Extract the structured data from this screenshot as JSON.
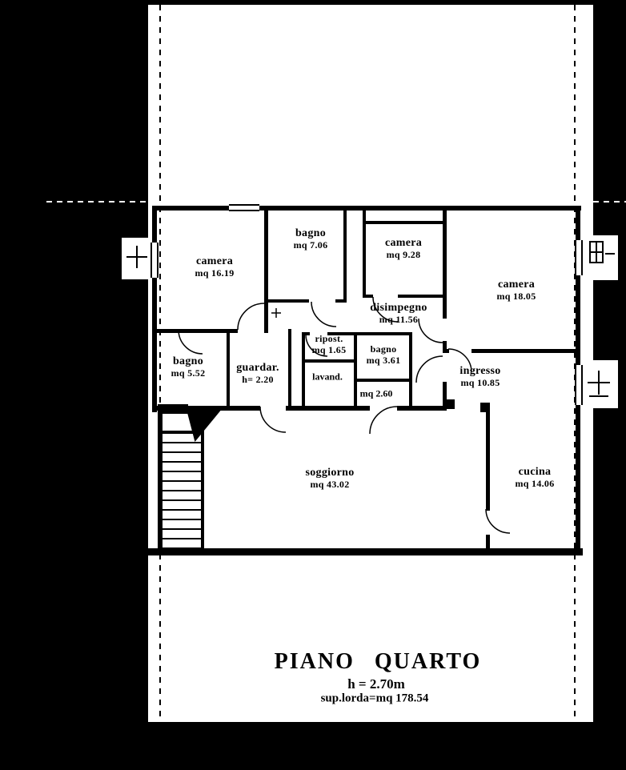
{
  "titles": {
    "floor": "PIANO QUARTO",
    "height": "h = 2.70m",
    "gross_area": "sup.lorda=mq 178.54"
  },
  "rooms": [
    {
      "name": "camera",
      "area": "mq 16.19"
    },
    {
      "name": "bagno",
      "area": "mq 7.06"
    },
    {
      "name": "camera",
      "area": "mq 9.28"
    },
    {
      "name": "camera",
      "area": "mq 18.05"
    },
    {
      "name": "disimpegno",
      "area": "mq 11.56"
    },
    {
      "name": "bagno",
      "area": "mq 5.52"
    },
    {
      "name": "guardar.",
      "area": "h= 2.20"
    },
    {
      "name": "ripost.",
      "area": "mq 1.65"
    },
    {
      "name": "bagno",
      "area": "mq 3.61"
    },
    {
      "name": "lavand.",
      "area": "mq 2.60"
    },
    {
      "name": "ingresso",
      "area": "mq 10.85"
    },
    {
      "name": "soggiorno",
      "area": "mq 43.02"
    },
    {
      "name": "cucina",
      "area": "mq 14.06"
    }
  ],
  "colors": {
    "paper": "#ffffff",
    "ink": "#000000",
    "background": "#000000"
  }
}
